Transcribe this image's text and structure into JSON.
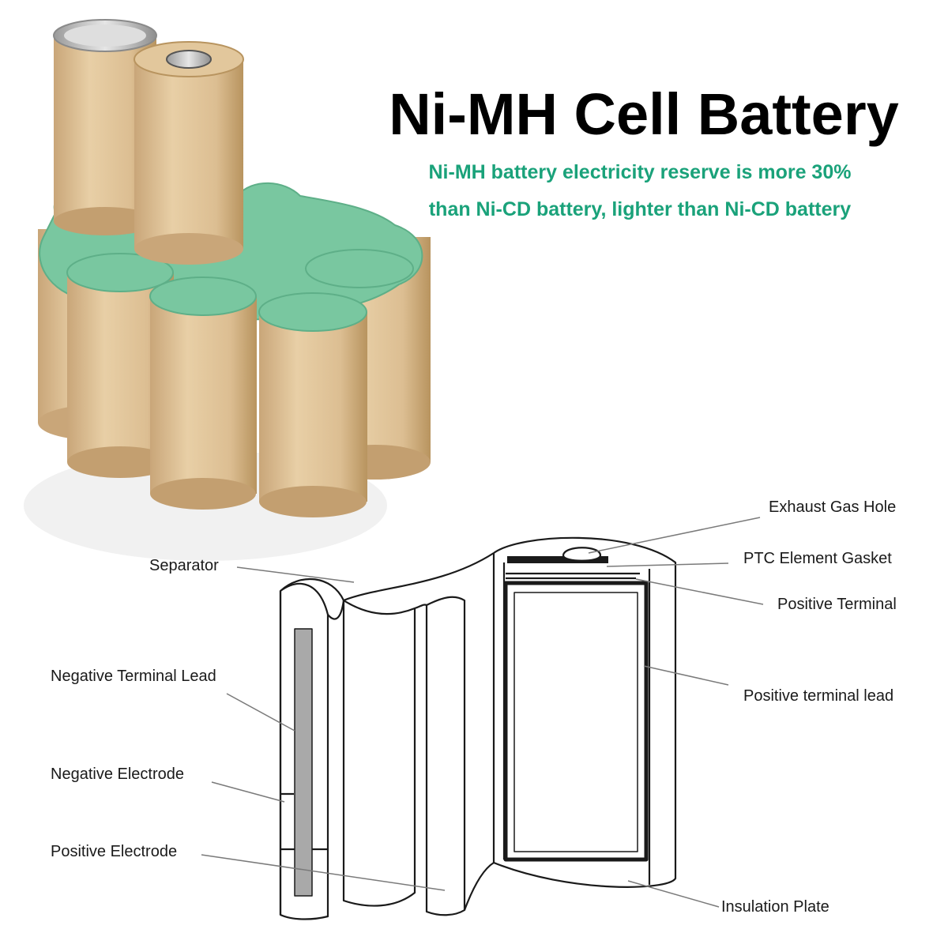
{
  "heading": {
    "title": "Ni-MH Cell Battery",
    "subtitle_line1": "Ni-MH battery electricity reserve is more 30%",
    "subtitle_line2": "than Ni-CD battery, lighter than Ni-CD battery"
  },
  "labels": {
    "exhaust_gas_hole": "Exhaust Gas Hole",
    "ptc_element_gasket": "PTC Element Gasket",
    "positive_terminal": "Positive Terminal",
    "positive_terminal_lead": "Positive terminal lead",
    "insulation_plate": "Insulation Plate",
    "separator": "Separator",
    "negative_terminal_lead": "Negative Terminal Lead",
    "negative_electrode": "Negative Electrode",
    "positive_electrode": "Positive Electrode"
  },
  "colors": {
    "subtitle": "#1aa27a",
    "cell_wrap": "#dcbe92",
    "cell_top": "#79c7a0",
    "cap_metal": "#cfcfcf",
    "diagram_line": "#1a1a1a",
    "lead_strip": "#a9a9a9"
  }
}
